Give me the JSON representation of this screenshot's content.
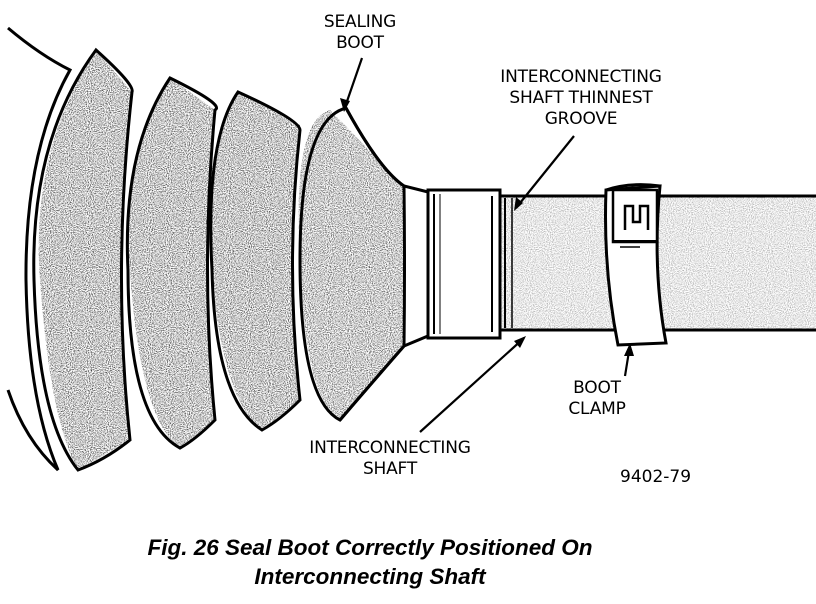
{
  "labels": {
    "sealing_boot": [
      "SEALING",
      "BOOT"
    ],
    "thinnest_groove": [
      "INTERCONNECTING",
      "SHAFT THINNEST",
      "GROOVE"
    ],
    "boot_clamp": [
      "BOOT",
      "CLAMP"
    ],
    "interconnecting_shaft": [
      "INTERCONNECTING",
      "SHAFT"
    ]
  },
  "figure_number": "9402-79",
  "caption": {
    "line1": "Fig. 26 Seal Boot Correctly Positioned On",
    "line2": "Interconnecting Shaft"
  }
}
